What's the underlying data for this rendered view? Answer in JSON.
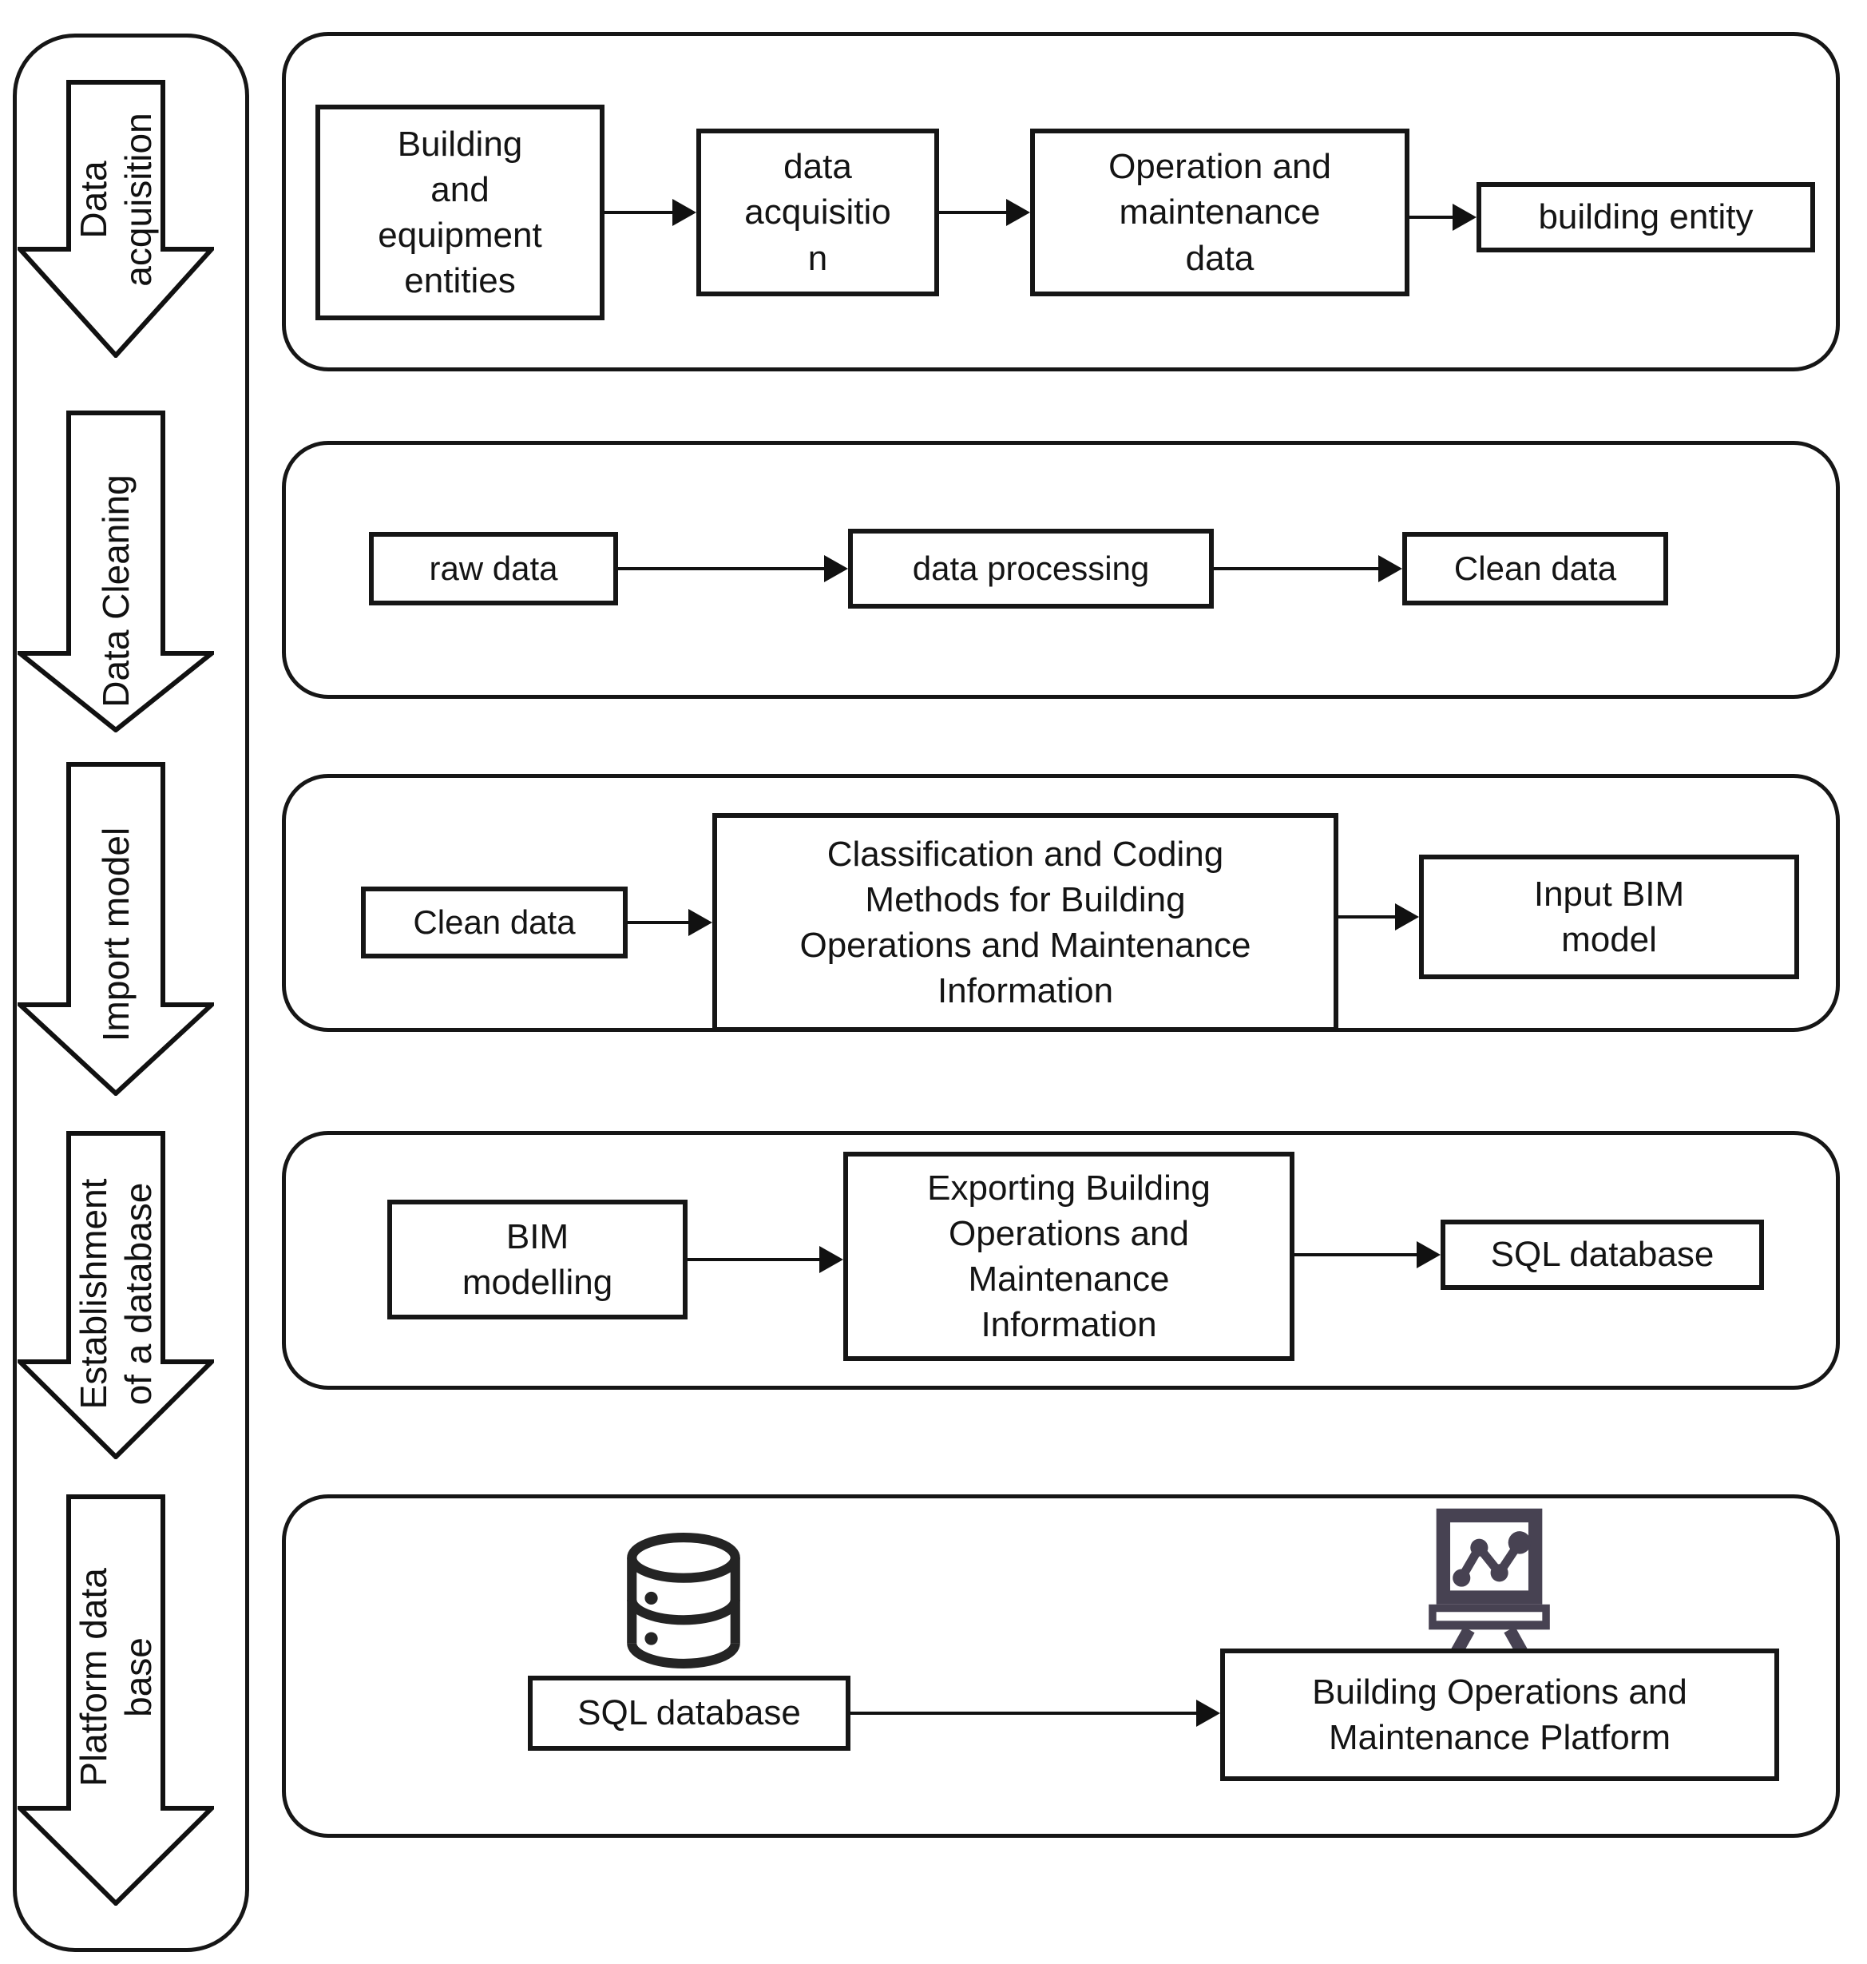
{
  "diagram_title": "",
  "colors": {
    "line": "#161616",
    "box_border": "#161616",
    "icon_database": "#242424",
    "icon_platform": "#474252",
    "background": "#ffffff"
  },
  "stages": [
    {
      "label": "Data\nacquisition"
    },
    {
      "label": "Data Cleaning"
    },
    {
      "label": "Import model"
    },
    {
      "label": "Establishment\nof a database"
    },
    {
      "label": "Platform data\nbase"
    }
  ],
  "panels": {
    "data_acquisition": {
      "boxes": [
        "Building\nand\nequipment\nentities",
        "data\nacquisitio\nn",
        "Operation and\nmaintenance\ndata",
        "building entity"
      ]
    },
    "data_cleaning": {
      "boxes": [
        "raw data",
        "data processing",
        "Clean data"
      ]
    },
    "import_model": {
      "boxes": [
        "Clean data",
        "Classification and Coding\nMethods for Building\nOperations and Maintenance\nInformation",
        "Input BIM\nmodel"
      ]
    },
    "database_establishment": {
      "boxes": [
        "BIM\nmodelling",
        "Exporting Building\nOperations and\nMaintenance\nInformation",
        "SQL database"
      ]
    },
    "platform_database": {
      "boxes": [
        "SQL database",
        "Building Operations and\nMaintenance Platform"
      ],
      "icons": [
        "database-icon",
        "presentation-chart-icon"
      ]
    }
  }
}
